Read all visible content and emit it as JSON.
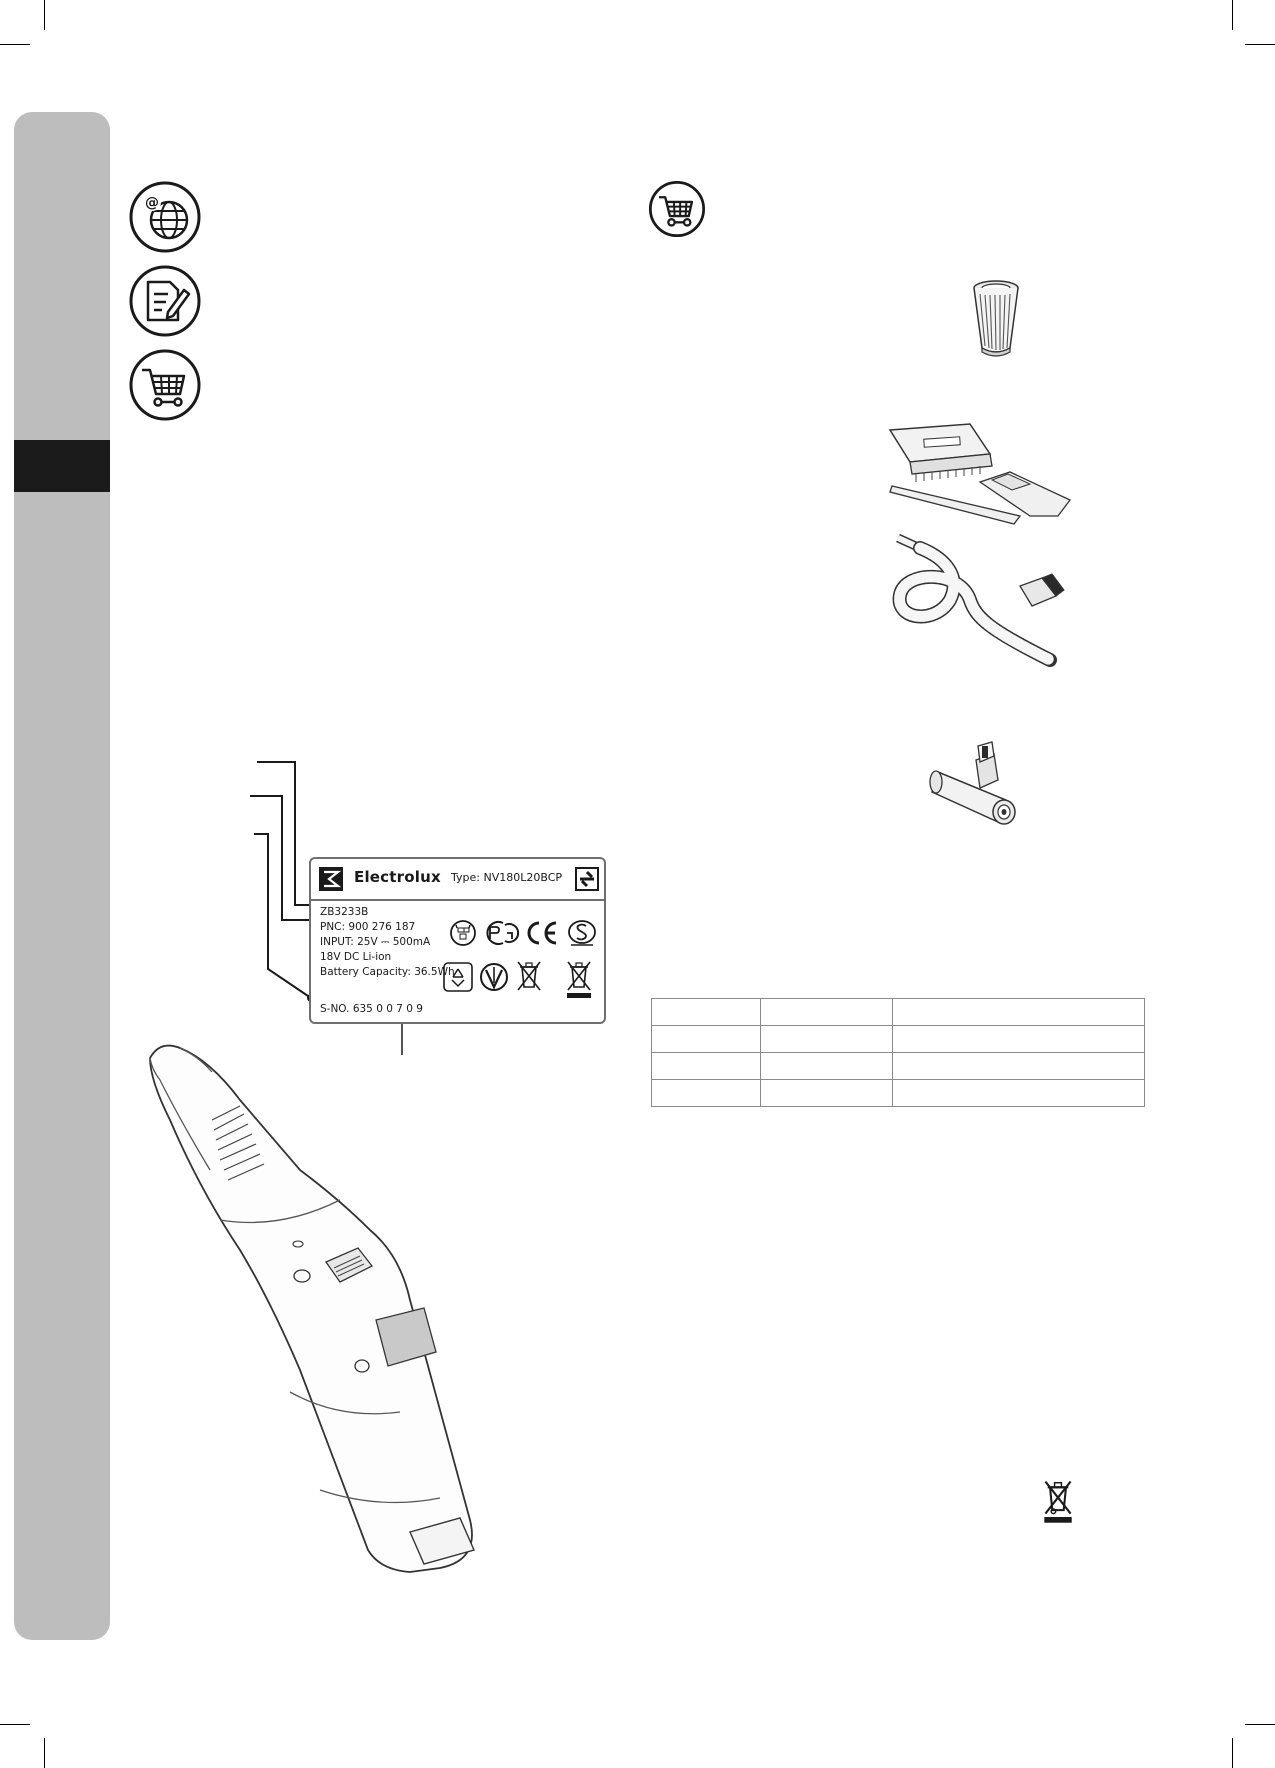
{
  "rating_label": {
    "brand": "Electrolux",
    "type_line": "Type: NV180L20BCP",
    "model": "ZB3233B",
    "pnc": "PNC: 900 276 187",
    "input": "INPUT: 25V ⎓ 500mA",
    "battery": "18V DC Li-ion",
    "capacity": "Battery Capacity: 36.5Wh",
    "serial": "S-NO.   635 0 0 7 0 9"
  },
  "icons": {
    "left": [
      "globe-icon",
      "document-edit-icon",
      "shopping-cart-icon"
    ],
    "right": [
      "shopping-cart-icon"
    ],
    "certification": [
      "pse-mark-icon",
      "pct-mark-icon",
      "ce-mark-icon",
      "s-mark-icon",
      "recycle-icon",
      "v-mark-icon",
      "weee-bin-icon",
      "weee-bin-bar-icon"
    ]
  },
  "table": {
    "rows": 4,
    "columns": 3
  },
  "colors": {
    "sidebar": "#bdbdbd",
    "sidebar_tab": "#1b1b1b",
    "line": "#1a1a1a"
  }
}
